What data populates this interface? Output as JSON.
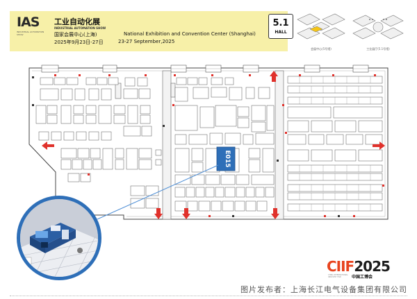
{
  "header": {
    "logo": "IAS",
    "logo_sub": "INDUSTRIAL AUTOMATION SHOW",
    "title_cn": "工业自动化展",
    "title_en": "INDUSTRIAL AUTOMATION SHOW",
    "venue_cn": "国家会展中心(上海)",
    "venue_en": "National Exhibition and Convention Center (Shanghai)",
    "dates_cn": "2025年9月23日-27日",
    "dates_en": "23-27 September,2025",
    "hall_number": "5.1",
    "hall_word": "HALL"
  },
  "minimaps": [
    {
      "caption": "会展中心(5号馆)"
    },
    {
      "caption": "工业展厅(5.1号馆)"
    }
  ],
  "booth": {
    "id": "E015",
    "color": "#2e6fb8"
  },
  "colors": {
    "exit_arrow": "#e0312b",
    "booth_highlight": "#2e6fb8",
    "header_bg": "#f7f0a8"
  },
  "footer": {
    "ciif_word": "CIIF",
    "ciif_year": "2025",
    "ciif_cn": "中国工博会",
    "ciif_en": "CHINA INTERNATIONAL INDUSTRY FAIR",
    "credit": "图片发布者：上海长江电气设备集团有限公司"
  }
}
